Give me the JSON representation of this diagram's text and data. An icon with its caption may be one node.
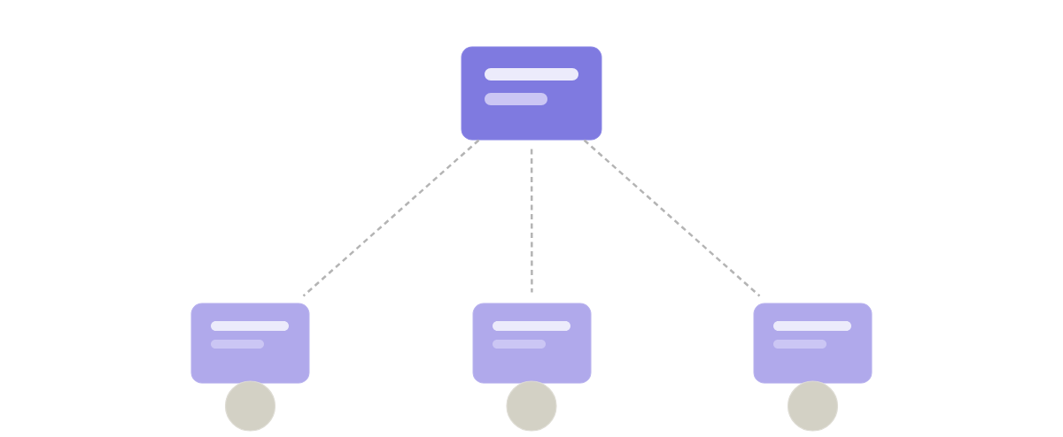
{
  "diagram": {
    "nodes": [
      {
        "text": [],
        "shape": "box"
      },
      {
        "text": [],
        "shape": "box"
      },
      {
        "text": [],
        "shape": "box"
      },
      {
        "text": [],
        "shape": "box"
      },
      {
        "text": [],
        "shape": "circle"
      },
      {
        "text": [],
        "shape": "circle"
      },
      {
        "text": [],
        "shape": "circle"
      }
    ],
    "edges": [
      {
        "from": 0,
        "to": 1,
        "arrow": "none",
        "style": "dashed"
      },
      {
        "from": 0,
        "to": 2,
        "arrow": "none",
        "style": "dashed"
      },
      {
        "from": 0,
        "to": 3,
        "arrow": "none",
        "style": "dashed"
      }
    ]
  }
}
